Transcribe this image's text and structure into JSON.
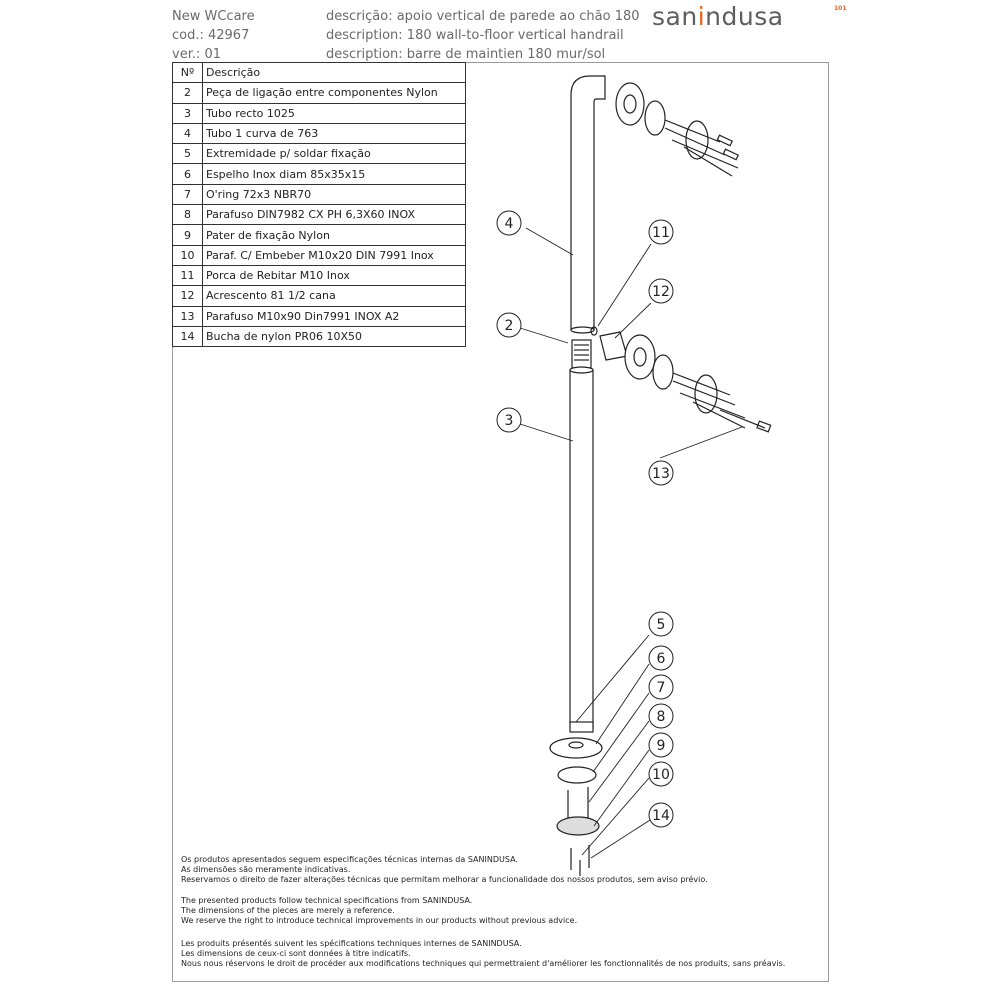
{
  "header": {
    "product": "New WCcare",
    "code": "cod.: 42967",
    "version": "ver.: 01",
    "desc_pt": "descrição: apoio vertical de parede ao chão 180",
    "desc_en": "description: 180 wall-to-floor vertical handrail",
    "desc_fr": "description: barre de maintien 180 mur/sol"
  },
  "logo": {
    "text_a": "san",
    "text_b": "i",
    "text_c": "ndusa",
    "badge": "101",
    "accent_color": "#e8641b"
  },
  "table": {
    "headers": [
      "Nº",
      "Descrição"
    ],
    "rows": [
      [
        "2",
        "Peça de ligação entre componentes Nylon"
      ],
      [
        "3",
        "Tubo recto 1025"
      ],
      [
        "4",
        "Tubo 1 curva de 763"
      ],
      [
        "5",
        "Extremidade p/ soldar fixação"
      ],
      [
        "6",
        "Espelho Inox diam 85x35x15"
      ],
      [
        "7",
        "O'ring 72x3  NBR70"
      ],
      [
        "8",
        "Parafuso  DIN7982 CX PH 6,3X60 INOX"
      ],
      [
        "9",
        "Pater de fixação Nylon"
      ],
      [
        "10",
        "Paraf. C/ Embeber M10x20 DIN 7991 Inox"
      ],
      [
        "11",
        "Porca de Rebitar M10 Inox"
      ],
      [
        "12",
        "Acrescento 81 1/2 cana"
      ],
      [
        "13",
        "Parafuso M10x90 Din7991 INOX A2"
      ],
      [
        "14",
        "Bucha de nylon PR06 10X50"
      ]
    ]
  },
  "callouts": [
    "4",
    "11",
    "12",
    "2",
    "3",
    "13",
    "5",
    "6",
    "7",
    "8",
    "9",
    "10",
    "14"
  ],
  "notes": {
    "pt": [
      "Os produtos apresentados seguem especificações técnicas internas da SANINDUSA.",
      "As dimensões são meramente indicativas.",
      "Reservamos o direito de fazer alterações técnicas que permitam melhorar a funcionalidade dos nossos produtos, sem aviso prévio."
    ],
    "en": [
      "The presented products follow technical specifications from SANINDUSA.",
      "The dimensions of the pieces are merely a reference.",
      "We reserve the right to introduce technical improvements in our products without previous advice."
    ],
    "fr": [
      "Les produits présentés suivent les spécifications techniques internes de SANINDUSA.",
      "Les dimensions de ceux-ci sont données à titre indicatifs.",
      "Nous nous réservons le droit de procéder aux modifications techniques qui permettraient d'améliorer les fonctionnalités de nos produits, sans préavis."
    ]
  }
}
